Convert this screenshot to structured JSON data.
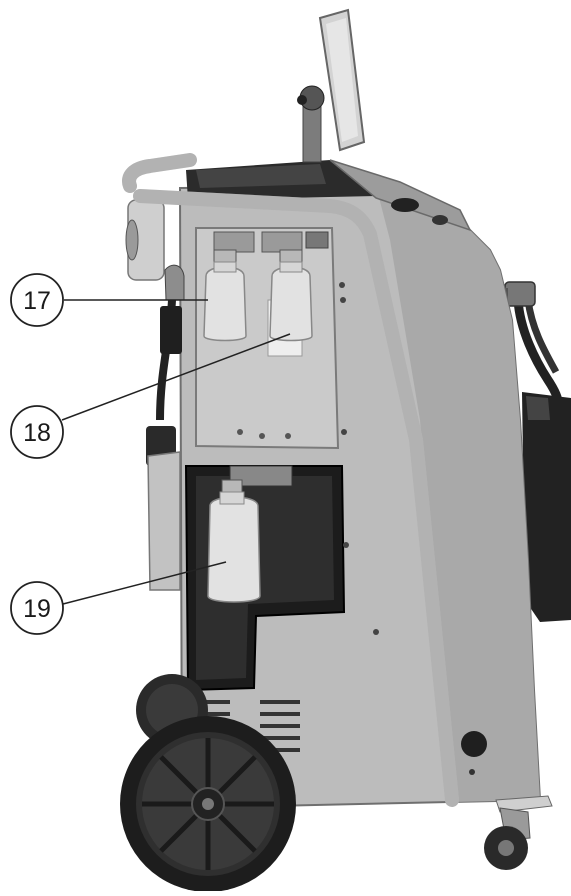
{
  "figure": {
    "callouts": [
      {
        "number": "17"
      },
      {
        "number": "18"
      },
      {
        "number": "19"
      }
    ],
    "colors": {
      "body": "#b7b7b7",
      "body_shadow": "#9a9a9a",
      "panel": "#c9c9c9",
      "dark": "#1f1f1f",
      "bottle": "#dcdcdc",
      "wheel": "#2a2a2a"
    }
  }
}
